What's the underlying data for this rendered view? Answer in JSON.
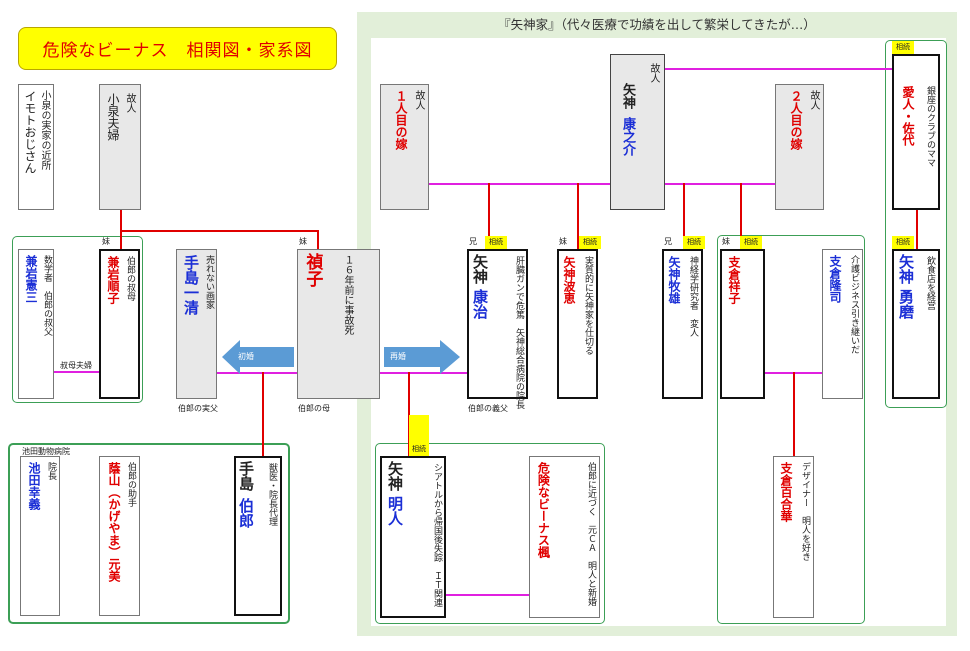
{
  "chart_title": "危険なビーナス　相関図・家系図",
  "family_title": "『矢神家』（代々医療で功績を出して繁栄してきたが…）",
  "tags": {
    "heir": "相続",
    "sister": "妹",
    "brother": "兄",
    "late": "故人"
  },
  "arrows": {
    "first_marriage": "初婚",
    "remarriage": "再婚"
  },
  "labels": {
    "aunt_couple": "叔母夫婦",
    "birth_father": "伯郎の実父",
    "mother": "伯郎の母",
    "step_father": "伯郎の義父",
    "hospital": "池田動物病院"
  },
  "people": {
    "imoto": {
      "desc": "小泉の実家の近所",
      "name": "イモトおじさん"
    },
    "koizumi": {
      "late": "故人",
      "name": "小泉夫婦"
    },
    "kanetaka_aunt": {
      "name": "兼岩順子",
      "desc": "伯郎の叔母"
    },
    "kanetaka_uncle": {
      "name": "兼岩憲三",
      "desc": "数学者　伯郎の叔父"
    },
    "teshima_kiyoshi": {
      "name": "手島一清",
      "desc": "売れない画家"
    },
    "teiko": {
      "name": "禎子",
      "desc": "１６年前に事故死"
    },
    "ikeda": {
      "name": "池田幸義",
      "desc": "院長"
    },
    "kageyama": {
      "name": "蔭山（かげやま）元美",
      "desc": "伯郎の助手"
    },
    "hakurou": {
      "name1": "手島",
      "name2": "伯郎",
      "desc": "獣医・院長代理"
    },
    "wife1": {
      "late": "故人",
      "name": "１人目の嫁"
    },
    "yasunosuke": {
      "late": "故人",
      "name1": "矢神",
      "name2": "康之介"
    },
    "wife2": {
      "late": "故人",
      "name": "２人目の嫁"
    },
    "mistress": {
      "name": "愛人・佐代",
      "desc": "銀座のクラブのママ"
    },
    "yasuharu": {
      "name1": "矢神",
      "name2": "康治",
      "desc": "肝臓ガンで危篤　矢神総合病院の院長"
    },
    "namie": {
      "name": "矢神波恵",
      "desc": "実質的に矢神家を仕切る"
    },
    "makio": {
      "name": "矢神牧雄",
      "desc": "神経学研究者　変人"
    },
    "shoko": {
      "name": "支倉祥子",
      "desc": ""
    },
    "takashi": {
      "name": "支倉隆司",
      "desc": "介護ビジネス引き継いだ"
    },
    "yuma": {
      "name1": "矢神",
      "name2": "勇磨",
      "desc": "飲食店を経営"
    },
    "akito": {
      "name1": "矢神",
      "name2": "明人",
      "desc": "シアトルから帰国後失踪　ＩＴ関連"
    },
    "kaede": {
      "name": "危険なビーナス楓",
      "desc": "伯郎に近づく　元ＣＡ　明人と新婚"
    },
    "yurika": {
      "name": "支倉百合華",
      "desc": "デザイナー　明人を好き"
    }
  }
}
